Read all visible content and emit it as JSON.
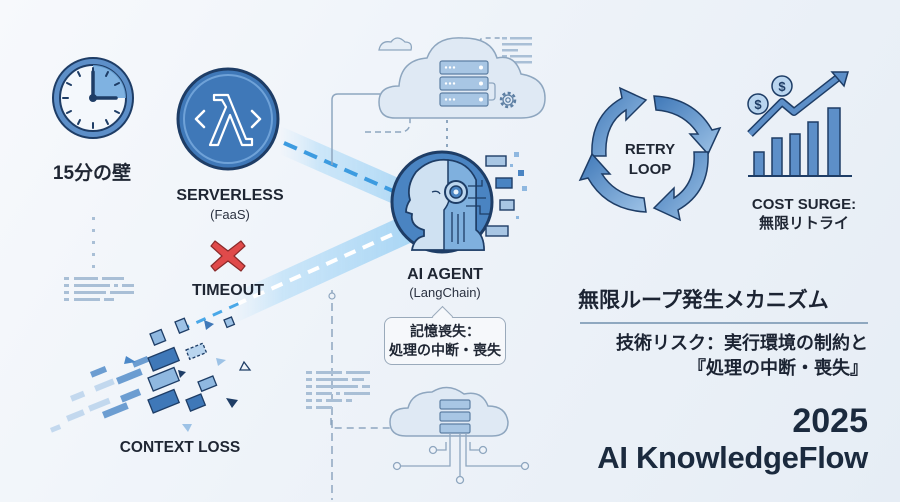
{
  "clock": {
    "label": "15分の壁",
    "icon": "clock-icon"
  },
  "serverless": {
    "label": "SERVERLESS",
    "sub": "(FaaS)",
    "icon": "lambda-icon"
  },
  "timeout": {
    "label": "TIMEOUT",
    "icon": "x-mark-icon",
    "color": "#e04a4a"
  },
  "context_loss": {
    "label": "CONTEXT LOSS",
    "icon": "fragmented-blocks-icon"
  },
  "agent": {
    "label": "AI AGENT",
    "sub": "(LangChain)",
    "icon": "robot-head-icon",
    "callout": {
      "line1": "記憶喪失：",
      "line2": "処理の中断・喪失"
    }
  },
  "cloud_top": {
    "icon": "cloud-server-icon"
  },
  "cloud_bottom": {
    "icon": "cloud-network-icon"
  },
  "retry": {
    "line1": "RETRY",
    "line2": "LOOP",
    "icon": "cycle-arrows-icon"
  },
  "cost": {
    "line1": "COST SURGE:",
    "line2": "無限リトライ",
    "icon": "rising-cost-chart-icon"
  },
  "heading": {
    "title": "無限ループ発生メカニズム",
    "subtitle_line1": "技術リスク：実行環境の制約と",
    "subtitle_line2": "『処理の中断・喪失』",
    "year": "2025",
    "brand": "AI KnowledgeFlow"
  },
  "colors": {
    "primary": "#2f6db0",
    "light": "#8fb8e0",
    "dark": "#1c2433",
    "accent_red": "#e04a4a",
    "beam": "#4aa8e8"
  }
}
